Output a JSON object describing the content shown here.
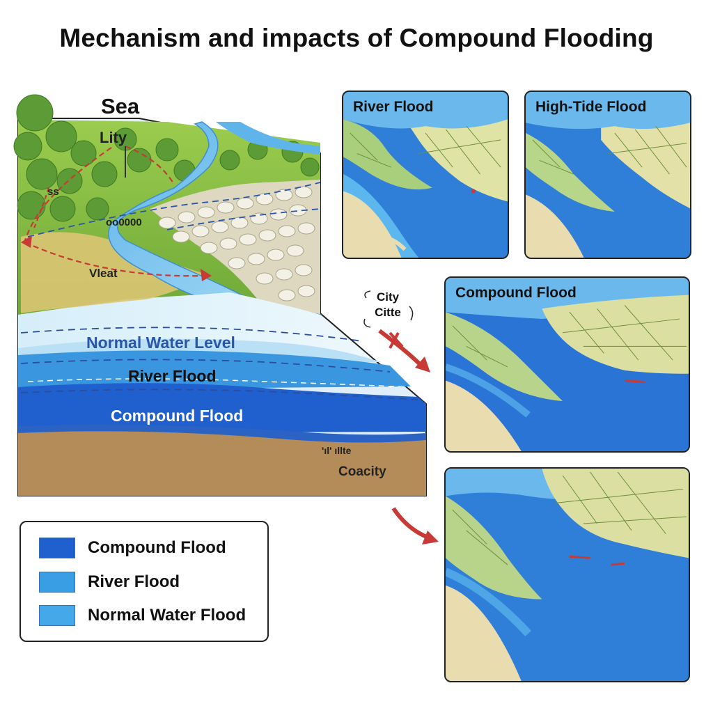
{
  "title": "Mechanism and impacts of Compound Flooding",
  "diagram": {
    "sea_label": "Sea",
    "city_label": "Lity",
    "top_river_label": "oo0000",
    "side_label": "ss",
    "lower_label": "Vleat",
    "normal_level_label": "Normal Water Level",
    "river_flood_label": "River Flood",
    "compound_flood_label": "Compound Flood",
    "bottom_mark": "'ıl' ıllte",
    "coastal_city_label": "Coacity"
  },
  "callout": {
    "line1": "City",
    "line2": "Citte"
  },
  "maps": [
    {
      "title": "River Flood"
    },
    {
      "title": "High-Tide Flood"
    },
    {
      "title": "Compound Flood"
    },
    {
      "title": ""
    }
  ],
  "legend": {
    "items": [
      {
        "label": "Compound Flood",
        "color": "#1f5fce"
      },
      {
        "label": "River Flood",
        "color": "#3a9ee4"
      },
      {
        "label": "Normal Water Flood",
        "color": "#45a8e8"
      }
    ]
  },
  "colors": {
    "arrow": "#c83a35",
    "deep_water": "#1f5fce",
    "shallow_water": "#5cb7ee",
    "land": "#e9dcae",
    "vegetation": "#78b34a",
    "soil": "#b48c5a"
  }
}
